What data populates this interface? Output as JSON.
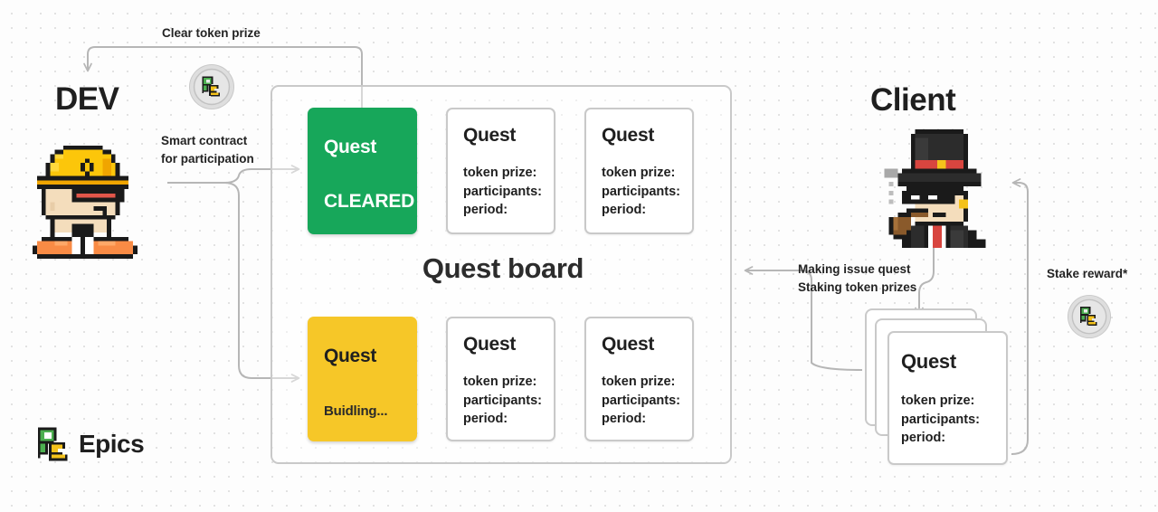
{
  "diagram": {
    "title_left": "DEV",
    "title_right": "Client",
    "board_title": "Quest board",
    "brand_name": "Epics",
    "accent_green": "#17a75a",
    "accent_yellow": "#f6c728",
    "wire_color": "#b6b6b6"
  },
  "labels": {
    "clear_token_prize": "Clear token prize",
    "smart_contract_line1": "Smart contract",
    "smart_contract_line2": "for participation",
    "making_issue_quest": "Making issue quest",
    "staking_token_prizes": "Staking token prizes",
    "stake_reward": "Stake reward*"
  },
  "board": {
    "cards": [
      {
        "id": "quest-cleared",
        "heading": "Quest",
        "status": "CLEARED",
        "variant": "green"
      },
      {
        "id": "quest-top-2",
        "heading": "Quest",
        "fields": [
          "token prize:",
          "participants:",
          "period:"
        ],
        "variant": "plain"
      },
      {
        "id": "quest-top-3",
        "heading": "Quest",
        "fields": [
          "token prize:",
          "participants:",
          "period:"
        ],
        "variant": "plain"
      },
      {
        "id": "quest-buidling",
        "heading": "Quest",
        "status": "Buidling...",
        "variant": "yellow"
      },
      {
        "id": "quest-bottom-2",
        "heading": "Quest",
        "fields": [
          "token prize:",
          "participants:",
          "period:"
        ],
        "variant": "plain"
      },
      {
        "id": "quest-bottom-3",
        "heading": "Quest",
        "fields": [
          "token prize:",
          "participants:",
          "period:"
        ],
        "variant": "plain"
      }
    ]
  },
  "client_quest": {
    "heading": "Quest",
    "fields": [
      "token prize:",
      "participants:",
      "period:"
    ]
  },
  "icons": {
    "dev_avatar": "pixel-construction-worker",
    "client_avatar": "pixel-top-hat-gentleman",
    "token_coin": "epics-token-coin",
    "brand_mark": "epics-pixel-logo"
  }
}
